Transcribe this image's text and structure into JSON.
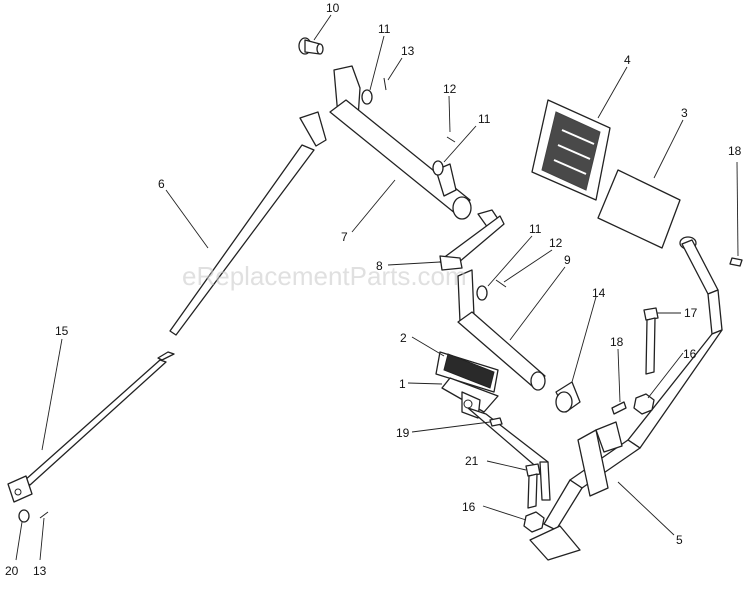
{
  "watermark": "eReplacementParts.com",
  "callouts": [
    "10",
    "11",
    "13",
    "12",
    "11",
    "4",
    "3",
    "18",
    "6",
    "7",
    "8",
    "11",
    "12",
    "9",
    "14",
    "17",
    "15",
    "2",
    "18",
    "16",
    "1",
    "19",
    "21",
    "16",
    "5",
    "20",
    "13"
  ]
}
